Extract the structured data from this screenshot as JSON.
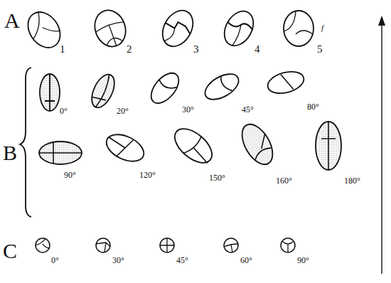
{
  "diagram": {
    "labels": [
      "A",
      "1",
      "2",
      "3",
      "4",
      "5",
      "f",
      "B",
      "0°",
      "20°",
      "30°",
      "45°",
      "80°",
      "90°",
      "120°",
      "150°",
      "160°",
      "180°",
      "C",
      "0°",
      "30°",
      "45°",
      "60°",
      "90°"
    ]
  }
}
